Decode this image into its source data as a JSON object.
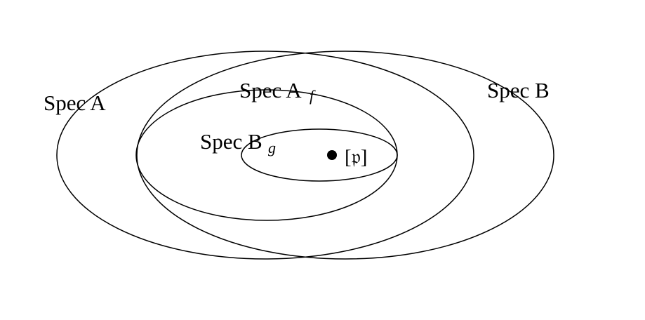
{
  "diagram": {
    "regions": [
      {
        "id": "spec-a",
        "label": "Spec A",
        "subscript": ""
      },
      {
        "id": "spec-b",
        "label": "Spec B",
        "subscript": ""
      },
      {
        "id": "spec-a-f",
        "label": "Spec A",
        "subscript": "f"
      },
      {
        "id": "spec-b-g",
        "label": "Spec B",
        "subscript": "g"
      }
    ],
    "point": {
      "label": "[𝔭]"
    },
    "colors": {
      "stroke": "#000000",
      "background": "#ffffff"
    }
  }
}
